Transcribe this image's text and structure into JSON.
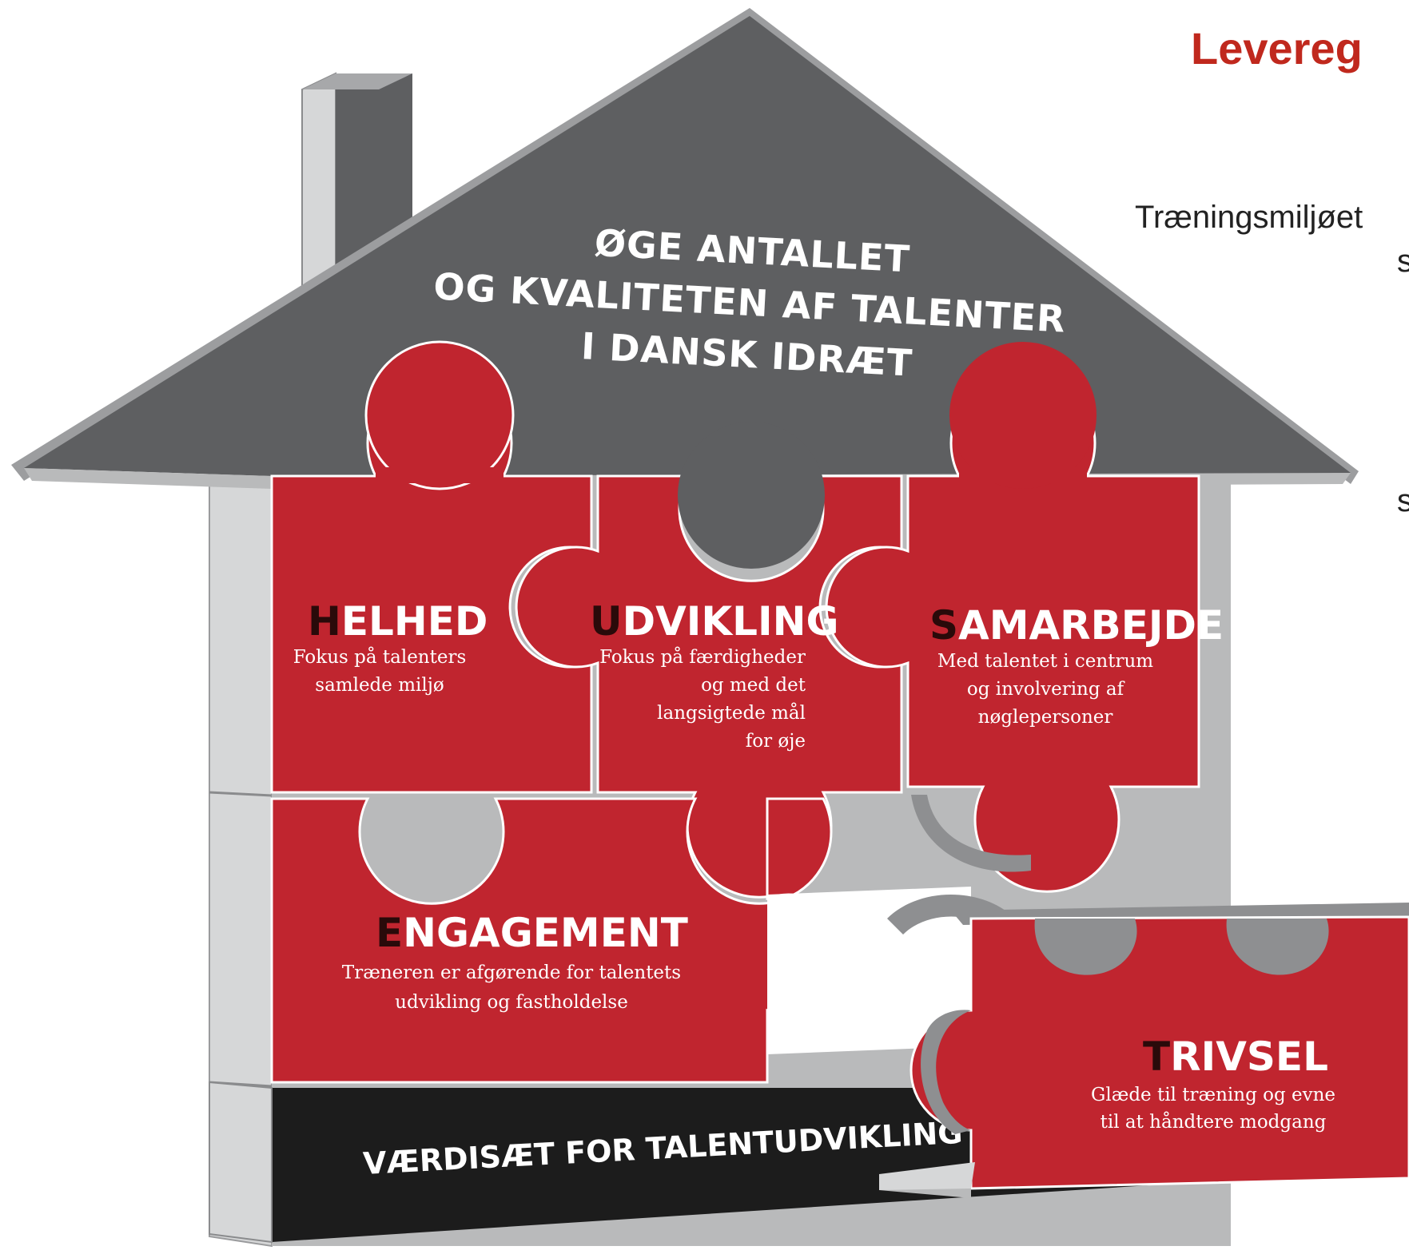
{
  "page": {
    "heading": "Levereg",
    "side_text_1": "Træningsmiljøet",
    "side_text_2": "s",
    "side_text_3": "s"
  },
  "house": {
    "goal_lines": [
      "ØGE ANTALLET",
      "OG KVALITETEN AF TALENTER",
      "I DANSK IDRÆT"
    ],
    "base_label": "VÆRDISÆT FOR TALENTUDVIKLING"
  },
  "pieces": {
    "helhed": {
      "first_letter": "H",
      "rest": "ELHED",
      "desc": [
        "Fokus på talenters",
        "samlede miljø"
      ]
    },
    "udvikling": {
      "first_letter": "U",
      "rest": "DVIKLING",
      "desc": [
        "Fokus på færdigheder",
        "og med det",
        "langsigtede mål",
        "for øje"
      ]
    },
    "samarbejde": {
      "first_letter": "S",
      "rest": "AMARBEJDE",
      "desc": [
        "Med talentet i centrum",
        "og involvering af",
        "nøglepersoner"
      ]
    },
    "engagement": {
      "first_letter": "E",
      "rest": "NGAGEMENT",
      "desc": [
        "Træneren er afgørende for talentets",
        "udvikling og fastholdelse"
      ]
    },
    "trivsel": {
      "first_letter": "T",
      "rest": "RIVSEL",
      "desc": [
        "Glæde til træning og evne",
        "til at håndtere modgang"
      ]
    }
  },
  "colors": {
    "red": "#c0252f",
    "red_dark": "#8f1a22",
    "roof_gray": "#5e5f61",
    "wall_gray": "#b9babb",
    "side_gray": "#d6d7d8",
    "base_black": "#1c1c1c",
    "heading_red": "#c0281d"
  }
}
